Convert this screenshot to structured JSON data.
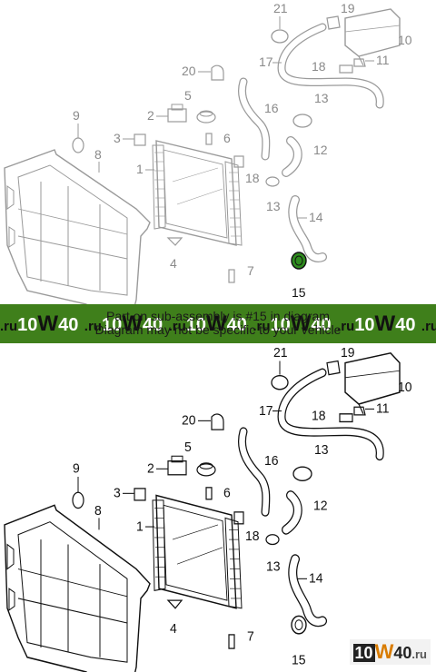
{
  "banner": {
    "line1": "Part on sub-assembly is #15 in diagram",
    "line2": "Diagram may not be specific to your vehicle",
    "watermark": {
      "n10": "10",
      "w": "W",
      "n40": "40",
      "ru": ".ru"
    }
  },
  "corner_logo": {
    "n10": "10",
    "w": "W",
    "n40": "40",
    "ru": ".ru"
  },
  "callouts": {
    "c1": "1",
    "c2": "2",
    "c3": "3",
    "c4": "4",
    "c5": "5",
    "c6": "6",
    "c7": "7",
    "c8": "8",
    "c9": "9",
    "c10": "10",
    "c11": "11",
    "c12": "12",
    "c13a": "13",
    "c13b": "13",
    "c14": "14",
    "c15": "15",
    "c16": "16",
    "c17": "17",
    "c18a": "18",
    "c18b": "18",
    "c19": "19",
    "c20": "20",
    "c21": "21"
  },
  "colors": {
    "banner_bg": "#3f7f1b",
    "top_ink": "#9a9a9a",
    "bottom_ink": "#111111",
    "highlight": "#2e8b1e"
  }
}
